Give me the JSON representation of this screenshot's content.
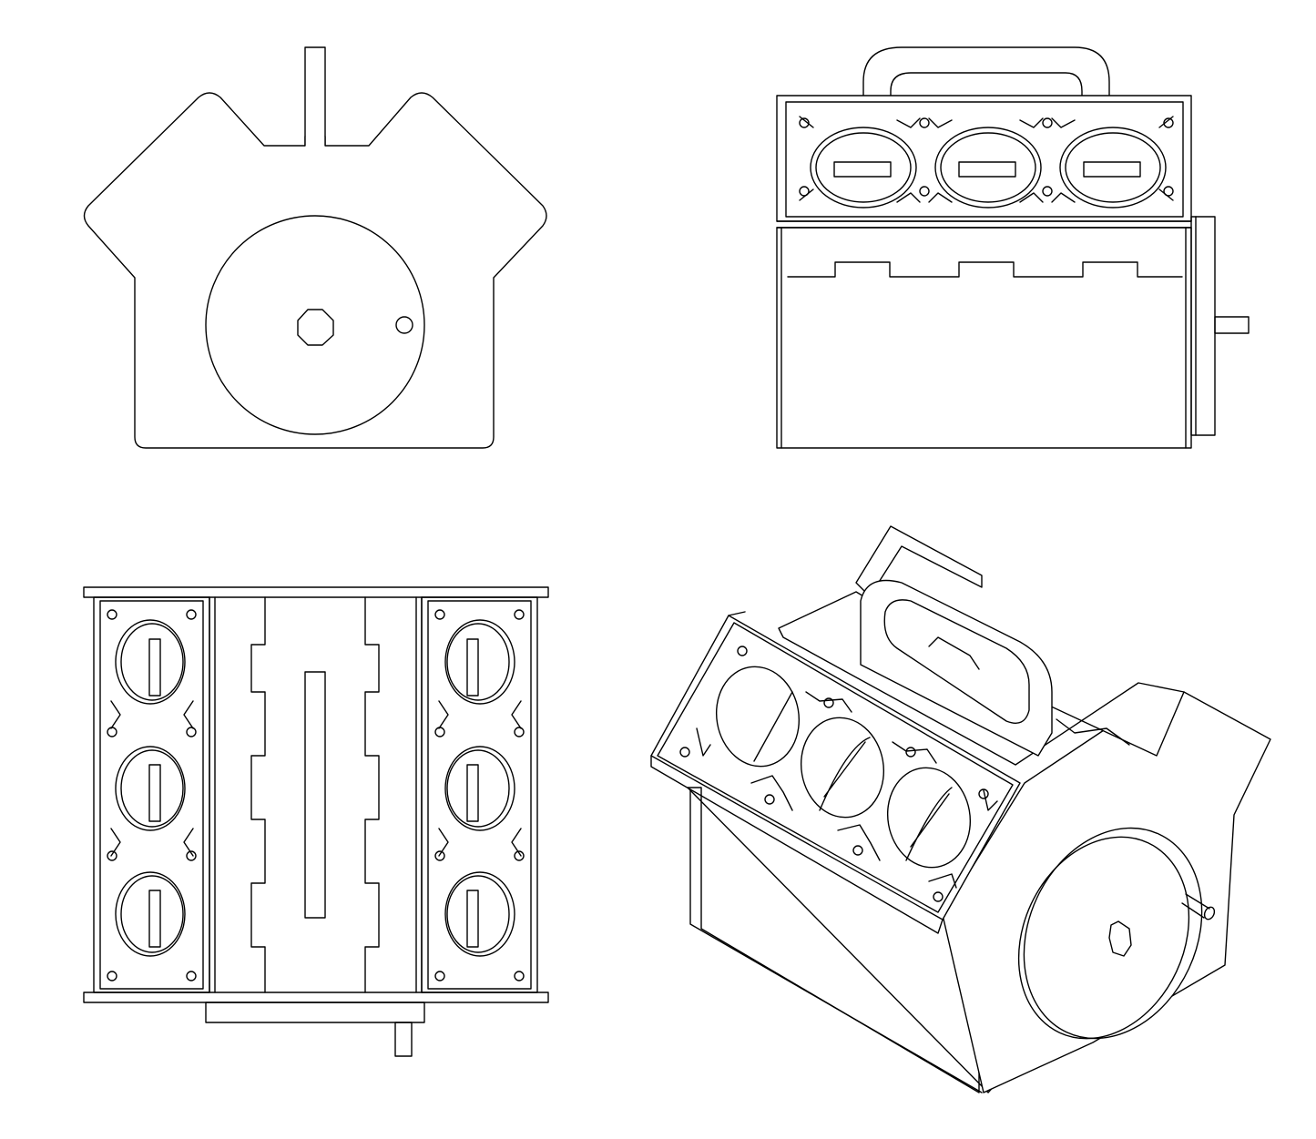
{
  "sheet": {
    "views": [
      {
        "id": "front-view",
        "projection": "front"
      },
      {
        "id": "side-view",
        "projection": "side"
      },
      {
        "id": "top-view",
        "projection": "top"
      },
      {
        "id": "isometric-view",
        "projection": "isometric"
      }
    ]
  },
  "colors": {
    "line": "#000000",
    "background": "#ffffff"
  }
}
